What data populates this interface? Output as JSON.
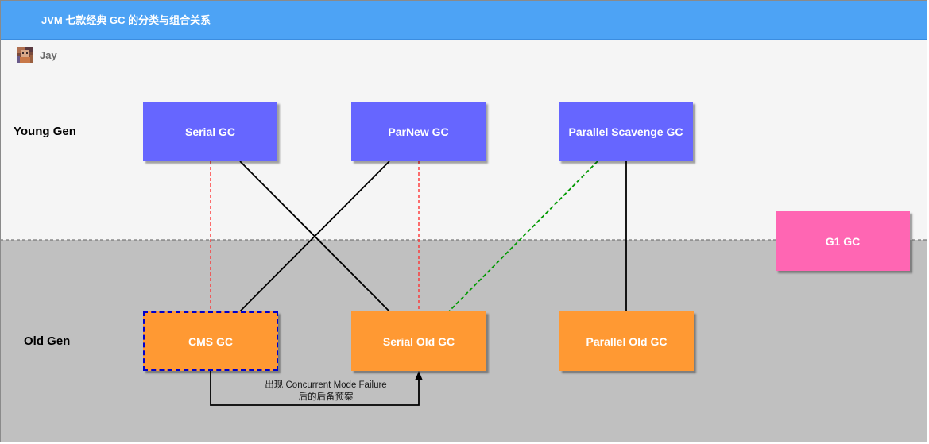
{
  "header": {
    "title": "JVM 七款经典 GC 的分类与组合关系"
  },
  "author": {
    "name": "Jay",
    "avatar_icon": "user-avatar-icon"
  },
  "generations": {
    "young": "Young Gen",
    "old": "Old Gen"
  },
  "young_collectors": [
    {
      "label": "Serial GC"
    },
    {
      "label": "ParNew GC"
    },
    {
      "label": "Parallel Scavenge GC"
    }
  ],
  "old_collectors": [
    {
      "label": "CMS GC"
    },
    {
      "label": "Serial Old GC"
    },
    {
      "label": "Parallel Old GC"
    }
  ],
  "g1": {
    "label": "G1 GC"
  },
  "fallback_note": {
    "line1": "出现 Concurrent Mode Failure",
    "line2": "后的后备预案"
  },
  "colors": {
    "header": "#4da3f5",
    "young_region": "#f5f5f5",
    "old_region": "#c0c0c0",
    "young_box": "#6666ff",
    "old_box": "#ff9933",
    "g1_box": "#ff66b3",
    "cms_border": "#0000cc",
    "line_solid": "#000000",
    "line_red_dashed": "#ff3333",
    "line_green_dashed": "#009900",
    "label_text": "#000000"
  }
}
